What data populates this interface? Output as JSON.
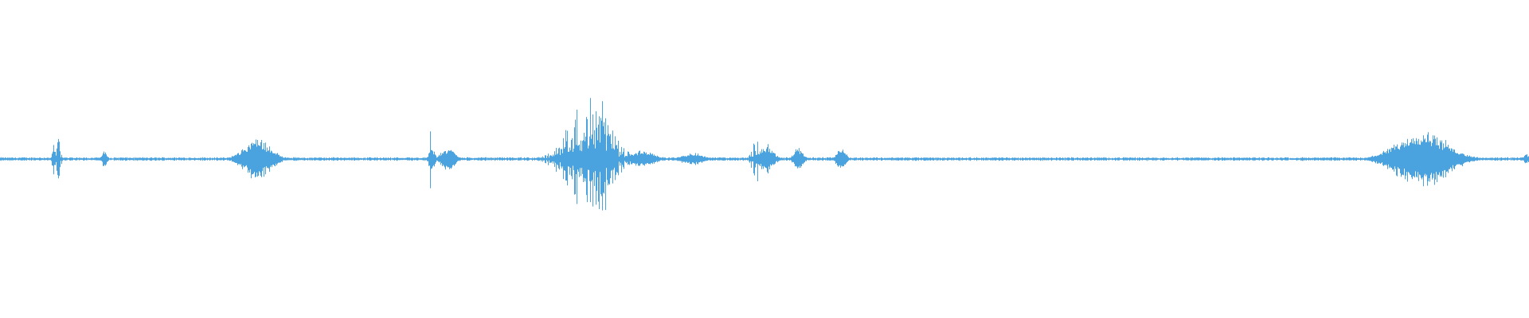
{
  "waveform": {
    "color": "#4aa3df",
    "background": "#ffffff",
    "sample_count": 1920,
    "baseline_amplitude": 0.006,
    "bursts": [
      {
        "center": 0.037,
        "width": 0.003,
        "amplitude": 0.08,
        "density": "spiky"
      },
      {
        "center": 0.068,
        "width": 0.002,
        "amplitude": 0.03,
        "density": "dense"
      },
      {
        "center": 0.168,
        "width": 0.012,
        "amplitude": 0.07,
        "density": "dense"
      },
      {
        "center": 0.282,
        "width": 0.002,
        "amplitude": 0.12,
        "density": "spiky"
      },
      {
        "center": 0.293,
        "width": 0.006,
        "amplitude": 0.04,
        "density": "dense"
      },
      {
        "center": 0.385,
        "width": 0.018,
        "amplitude": 0.2,
        "density": "spiky"
      },
      {
        "center": 0.394,
        "width": 0.004,
        "amplitude": 0.3,
        "density": "spiky"
      },
      {
        "center": 0.42,
        "width": 0.01,
        "amplitude": 0.03,
        "density": "dense"
      },
      {
        "center": 0.453,
        "width": 0.01,
        "amplitude": 0.02,
        "density": "dense"
      },
      {
        "center": 0.495,
        "width": 0.004,
        "amplitude": 0.08,
        "density": "spiky"
      },
      {
        "center": 0.501,
        "width": 0.006,
        "amplitude": 0.05,
        "density": "dense"
      },
      {
        "center": 0.522,
        "width": 0.004,
        "amplitude": 0.04,
        "density": "dense"
      },
      {
        "center": 0.55,
        "width": 0.004,
        "amplitude": 0.04,
        "density": "dense"
      },
      {
        "center": 0.93,
        "width": 0.022,
        "amplitude": 0.1,
        "density": "dense"
      },
      {
        "center": 0.998,
        "width": 0.002,
        "amplitude": 0.02,
        "density": "dense"
      }
    ]
  }
}
